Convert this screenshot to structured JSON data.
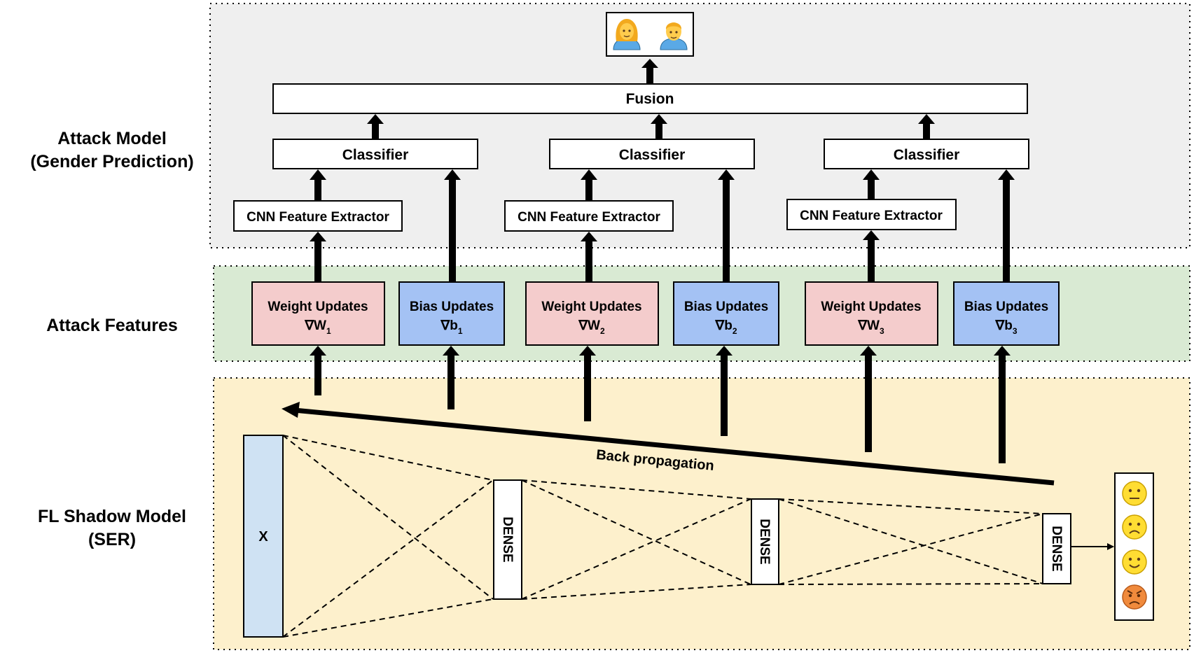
{
  "row_labels": {
    "attack_model": "Attack Model\n(Gender Prediction)",
    "attack_features": "Attack Features",
    "shadow_model": "FL Shadow Model\n(SER)"
  },
  "attack_model": {
    "output_icons": [
      "woman-icon",
      "man-icon"
    ],
    "fusion": "Fusion",
    "classifiers": [
      "Classifier",
      "Classifier",
      "Classifier"
    ],
    "cnn_extractors": [
      "CNN Feature Extractor",
      "CNN Feature Extractor",
      "CNN Feature Extractor"
    ]
  },
  "attack_features": {
    "groups": [
      {
        "weight_title": "Weight Updates",
        "weight_symbol": "∇W",
        "bias_title": "Bias Updates",
        "bias_symbol": "∇b",
        "index": "1"
      },
      {
        "weight_title": "Weight Updates",
        "weight_symbol": "∇W",
        "bias_title": "Bias Updates",
        "bias_symbol": "∇b",
        "index": "2"
      },
      {
        "weight_title": "Weight Updates",
        "weight_symbol": "∇W",
        "bias_title": "Bias Updates",
        "bias_symbol": "∇b",
        "index": "3"
      }
    ]
  },
  "shadow_model": {
    "input_label": "X",
    "dense_labels": [
      "DENSE",
      "DENSE",
      "DENSE"
    ],
    "backprop_label": "Back propagation",
    "emotion_icons": [
      "neutral-face-icon",
      "sad-face-icon",
      "happy-face-icon",
      "angry-face-icon"
    ]
  },
  "colors": {
    "attack_model_bg": "#efefef",
    "attack_features_bg": "#d9ead3",
    "shadow_model_bg": "#fdf0cc",
    "weight_box": "#f4cccc",
    "bias_box": "#a4c2f4",
    "input_box": "#cfe2f3"
  }
}
